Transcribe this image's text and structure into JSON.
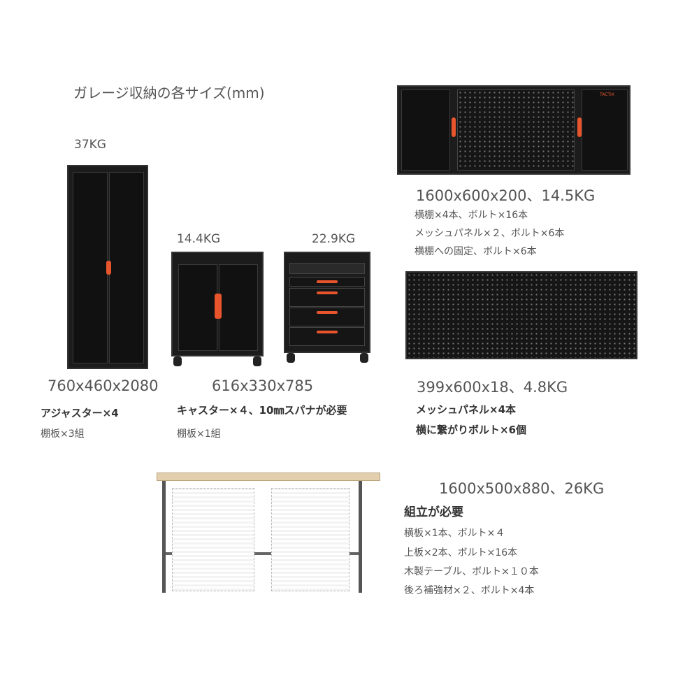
{
  "title": "ガレージ収納の各サイズ(mm)",
  "tall_cabinet": {
    "weight": "37KG",
    "size": "760x460x2080",
    "feature": "アジャスター×4",
    "shelves": "棚板×3組"
  },
  "base_cabinet": {
    "weight": "14.4KG",
    "size": "616x330x785",
    "feature": "キャスター×４、10㎜スパナが必要",
    "shelves": "棚板×1組"
  },
  "drawer_cabinet": {
    "weight": "22.9KG"
  },
  "wall_cabinet": {
    "size_weight": "1600x600x200、14.5KG",
    "notes": [
      "横棚×4本、ボルト×16本",
      "メッシュパネル×２、ボルト×6本",
      "横棚への固定、ボルト×6本"
    ],
    "logo": "TACTIX"
  },
  "mesh_panel": {
    "size_weight": "399x600x18、4.8KG",
    "notes": [
      "メッシュパネル×4本",
      "横に繋がりボルト×6個"
    ]
  },
  "workbench": {
    "size_weight": "1600x500x880、26KG",
    "heading": "組立が必要",
    "notes": [
      "横板×1本、ボルト×４",
      "上板×2本、ボルト×16本",
      "木製テーブル、ボルト×１０本",
      "後ろ補強材×２、ボルト×4本"
    ]
  },
  "colors": {
    "accent": "#e8552d",
    "cabinet": "#1c1c1c"
  }
}
